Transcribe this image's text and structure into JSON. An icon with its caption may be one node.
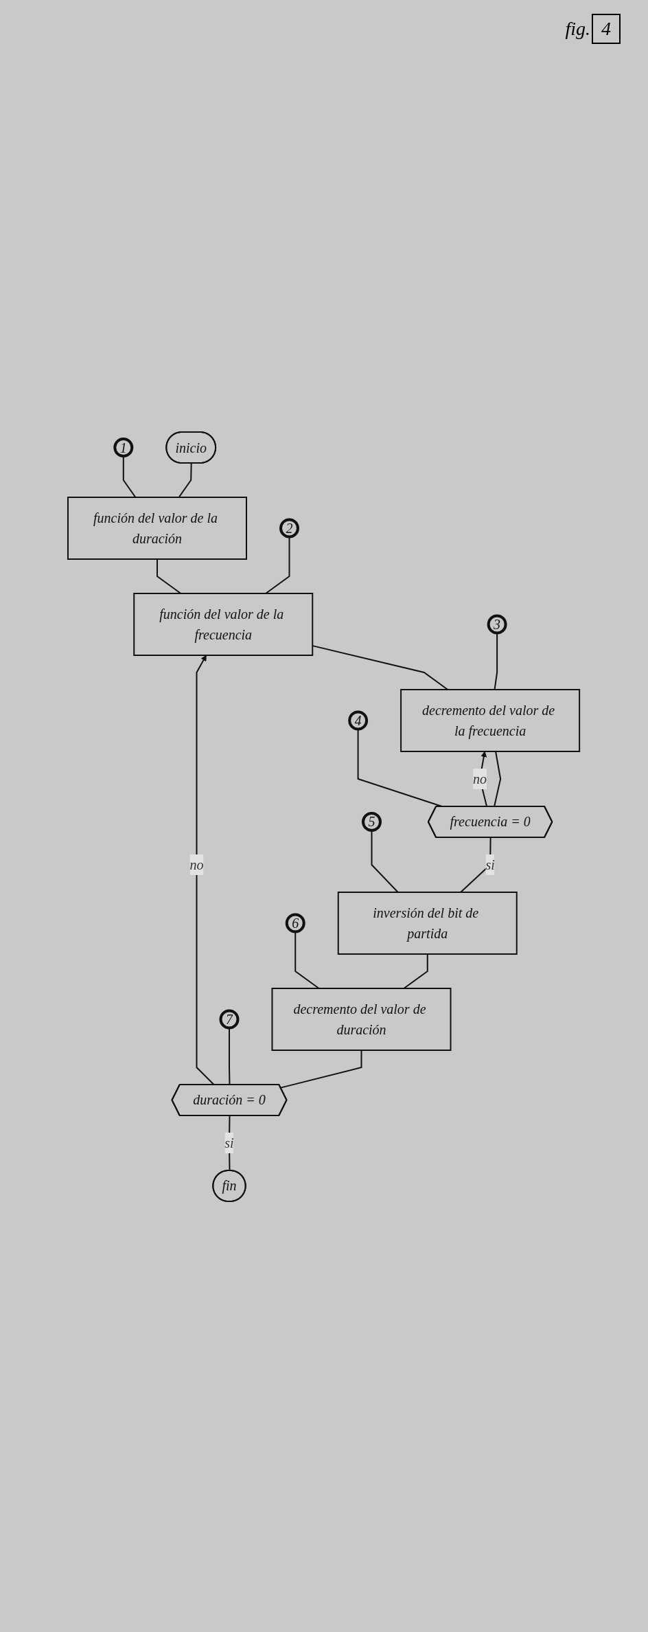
{
  "diagram": {
    "nodes": [
      {
        "text": [
          "inicio"
        ]
      },
      {
        "text": [
          "función del valor de la duración"
        ]
      },
      {
        "text": [
          "función del valor de la frecuencia"
        ]
      },
      {
        "text": [
          "decremento del valor de la frecuencia"
        ]
      },
      {
        "text": [
          "frecuencia = 0"
        ]
      },
      {
        "text": [
          "inversión del bit de partida"
        ]
      },
      {
        "text": [
          "decremento del valor de duración"
        ]
      },
      {
        "text": [
          "duración = 0"
        ]
      },
      {
        "text": [
          "fin"
        ]
      },
      {
        "text": [
          "1"
        ]
      },
      {
        "text": [
          "2"
        ]
      },
      {
        "text": [
          "3"
        ]
      },
      {
        "text": [
          "4"
        ]
      },
      {
        "text": [
          "5"
        ]
      },
      {
        "text": [
          "6"
        ]
      },
      {
        "text": [
          "7"
        ]
      }
    ],
    "edges": [
      {
        "from": 0,
        "to": 1,
        "arrow": "none"
      },
      {
        "from": 1,
        "to": 2,
        "arrow": "none"
      },
      {
        "from": 2,
        "to": 3,
        "arrow": "none"
      },
      {
        "from": 3,
        "to": 4,
        "arrow": "none"
      },
      {
        "from": 4,
        "to": 3,
        "arrow": "to",
        "label": "no"
      },
      {
        "from": 4,
        "to": 5,
        "arrow": "none",
        "label": "si"
      },
      {
        "from": 5,
        "to": 6,
        "arrow": "none"
      },
      {
        "from": 6,
        "to": 7,
        "arrow": "none"
      },
      {
        "from": 7,
        "to": 2,
        "arrow": "to",
        "label": "no"
      },
      {
        "from": 7,
        "to": 8,
        "arrow": "none",
        "label": "si"
      },
      {
        "from": 9,
        "to": 1,
        "arrow": "none"
      },
      {
        "from": 10,
        "to": 2,
        "arrow": "none"
      },
      {
        "from": 11,
        "to": 3,
        "arrow": "none"
      },
      {
        "from": 12,
        "to": 4,
        "arrow": "none"
      },
      {
        "from": 13,
        "to": 5,
        "arrow": "none"
      },
      {
        "from": 14,
        "to": 6,
        "arrow": "none"
      },
      {
        "from": 15,
        "to": 7,
        "arrow": "none"
      }
    ],
    "labels": [
      "fig.",
      "4"
    ]
  }
}
